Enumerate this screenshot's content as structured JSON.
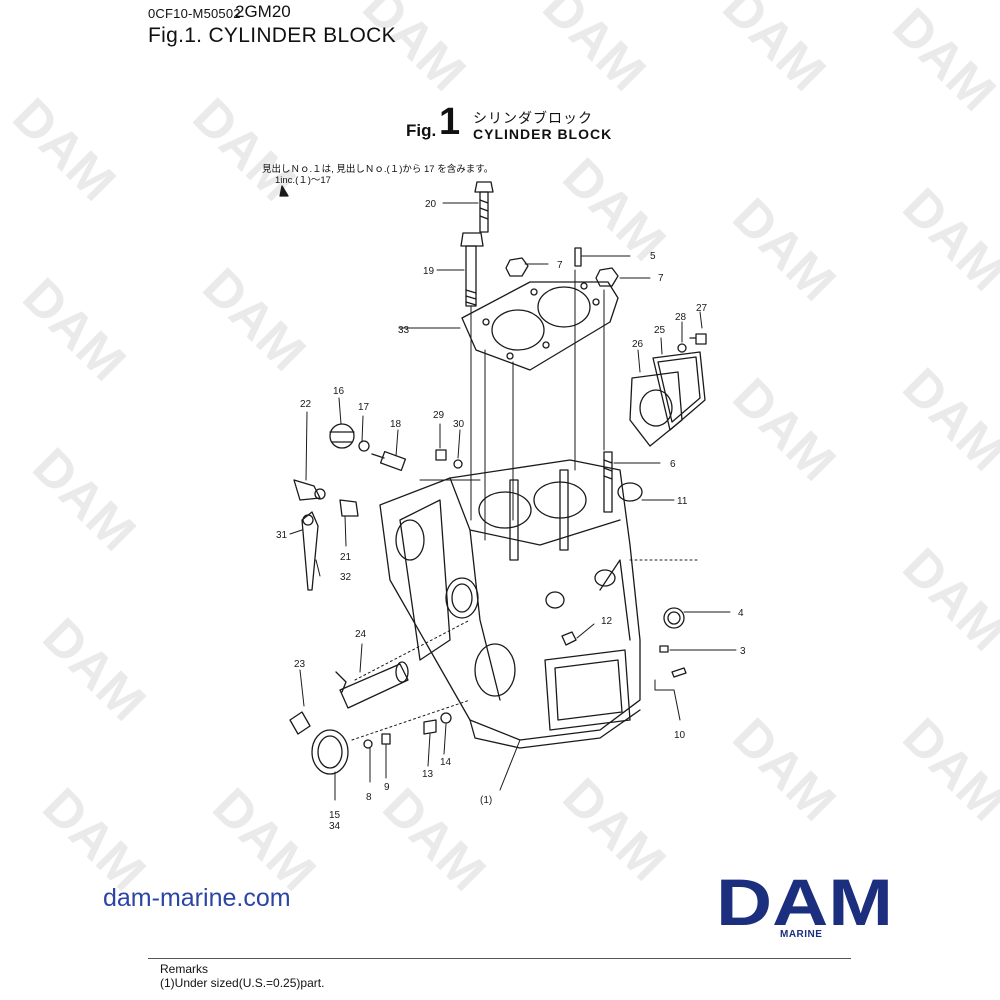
{
  "header": {
    "doc_code": "0CF10-M50502",
    "model": "2GM20",
    "title": "Fig.1.  CYLINDER BLOCK"
  },
  "figure": {
    "label": "Fig.",
    "number": "1",
    "title_jp": "シリンダブロック",
    "title_en": "CYLINDER BLOCK",
    "note_jp": "見出しＮｏ.１は, 見出しＮｏ.(１)から 17 を含みます。",
    "note_en": "1inc.(１)～17"
  },
  "callouts": {
    "c1": "(1)",
    "c3": "3",
    "c4": "4",
    "c5": "5",
    "c6": "6",
    "c7a": "7",
    "c7b": "7",
    "c8": "8",
    "c9": "9",
    "c10": "10",
    "c11": "11",
    "c12": "12",
    "c13": "13",
    "c14": "14",
    "c15": "15",
    "c16": "16",
    "c17": "17",
    "c18": "18",
    "c19": "19",
    "c20": "20",
    "c21": "21",
    "c22": "22",
    "c23": "23",
    "c24": "24",
    "c25": "25",
    "c26": "26",
    "c27": "27",
    "c28": "28",
    "c29": "29",
    "c30": "30",
    "c31": "31",
    "c32": "32",
    "c33": "33",
    "c34": "34"
  },
  "watermark": {
    "text": "DAM"
  },
  "footer": {
    "site": "dam-marine.com",
    "logo_text": "DAM",
    "logo_sub": "MARINE",
    "remarks_title": "Remarks",
    "remarks_text": "(1)Under sized(U.S.=0.25)part."
  },
  "colors": {
    "brand_blue": "#1b2f7e",
    "link_blue": "#2b45a6",
    "line": "#1a1a1a",
    "watermark": "#d9d9d9"
  }
}
